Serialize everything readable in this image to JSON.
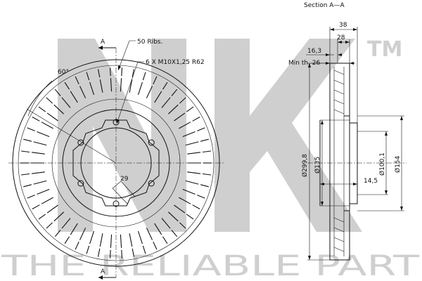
{
  "watermark": {
    "brand": "NK",
    "trademark": "TM",
    "tagline": "THE RELIABLE PART",
    "color": "#cfcfcf"
  },
  "front_view": {
    "section_mark": "A",
    "angle": "60°",
    "ribs": "50 Ribs.",
    "bolts": "6 X M10X1,25 R62",
    "hub_dim": "29"
  },
  "section_view": {
    "title": "Section A—A",
    "overall_width": "38",
    "width_28": "28",
    "width_16": "16,3",
    "min_thickness": "Min th. 26",
    "diameter_outer": "Ø299,8",
    "diameter_135": "Ø135",
    "diameter_100": "Ø100,1",
    "diameter_154": "Ø154",
    "depth": "14,5"
  },
  "colors": {
    "line": "#111111",
    "watermark": "#cfcfcf"
  }
}
